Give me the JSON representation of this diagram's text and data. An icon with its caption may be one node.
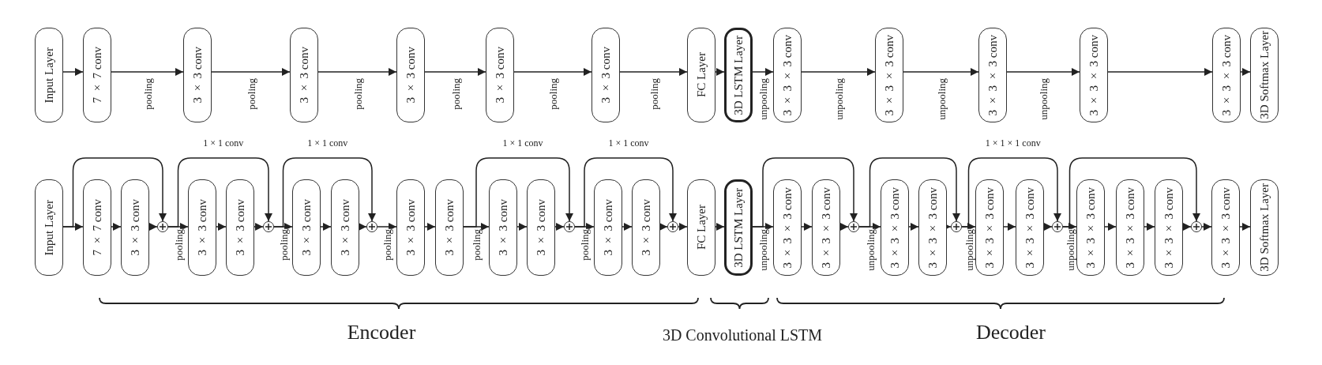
{
  "diagram": {
    "nodes": [
      {
        "text": [
          "Input Layer"
        ]
      },
      {
        "text": [
          "7 × 7 conv"
        ]
      },
      {
        "text": [
          "3 × 3 conv"
        ]
      },
      {
        "text": [
          "3 × 3 conv"
        ]
      },
      {
        "text": [
          "3 × 3 conv"
        ]
      },
      {
        "text": [
          "3 × 3 conv"
        ]
      },
      {
        "text": [
          "3 × 3 conv"
        ]
      },
      {
        "text": [
          "FC Layer"
        ]
      },
      {
        "text": [
          "3D LSTM Layer"
        ]
      },
      {
        "text": [
          "3 × 3 × 3 conv"
        ]
      },
      {
        "text": [
          "3 × 3 × 3 conv"
        ]
      },
      {
        "text": [
          "3 × 3 × 3 conv"
        ]
      },
      {
        "text": [
          "3 × 3 × 3 conv"
        ]
      },
      {
        "text": [
          "3 × 3 × 3 conv"
        ]
      },
      {
        "text": [
          "3D Softmax Layer"
        ]
      },
      {
        "text": [
          "Input Layer"
        ]
      },
      {
        "text": [
          "7 × 7 conv"
        ]
      },
      {
        "text": [
          "3 × 3 conv"
        ]
      },
      {
        "text": [],
        "shape": "circle"
      },
      {
        "text": [
          "3 × 3 conv"
        ]
      },
      {
        "text": [
          "3 × 3 conv"
        ]
      },
      {
        "text": [],
        "shape": "circle"
      },
      {
        "text": [
          "3 × 3 conv"
        ]
      },
      {
        "text": [
          "3 × 3 conv"
        ]
      },
      {
        "text": [],
        "shape": "circle"
      },
      {
        "text": [
          "3 × 3 conv"
        ]
      },
      {
        "text": [
          "3 × 3 conv"
        ]
      },
      {
        "text": [
          "3 × 3 conv"
        ]
      },
      {
        "text": [
          "3 × 3 conv"
        ]
      },
      {
        "text": [],
        "shape": "circle"
      },
      {
        "text": [
          "3 × 3 conv"
        ]
      },
      {
        "text": [
          "3 × 3 conv"
        ]
      },
      {
        "text": [],
        "shape": "circle"
      },
      {
        "text": [
          "FC Layer"
        ]
      },
      {
        "text": [
          "3D LSTM Layer"
        ]
      },
      {
        "text": [
          "3 × 3 × 3 conv"
        ]
      },
      {
        "text": [
          "3 × 3 × 3 conv"
        ]
      },
      {
        "text": [],
        "shape": "circle"
      },
      {
        "text": [
          "3 × 3 × 3 conv"
        ]
      },
      {
        "text": [
          "3 × 3 × 3 conv"
        ]
      },
      {
        "text": [],
        "shape": "circle"
      },
      {
        "text": [
          "3 × 3 × 3 conv"
        ]
      },
      {
        "text": [
          "3 × 3 × 3 conv"
        ]
      },
      {
        "text": [],
        "shape": "circle"
      },
      {
        "text": [
          "3 × 3 × 3 conv"
        ]
      },
      {
        "text": [
          "3 × 3 × 3 conv"
        ]
      },
      {
        "text": [
          "3 × 3 × 3 conv"
        ]
      },
      {
        "text": [],
        "shape": "circle"
      },
      {
        "text": [
          "3 × 3 × 3 conv"
        ]
      },
      {
        "text": [
          "3D Softmax Layer"
        ]
      }
    ],
    "edges": [
      {
        "from": 0,
        "to": 1,
        "arrow": "to"
      },
      {
        "from": 1,
        "to": 2,
        "arrow": "to",
        "label": "pooling"
      },
      {
        "from": 2,
        "to": 3,
        "arrow": "to",
        "label": "pooling"
      },
      {
        "from": 3,
        "to": 4,
        "arrow": "to",
        "label": "pooling"
      },
      {
        "from": 4,
        "to": 5,
        "arrow": "to",
        "label": "pooling"
      },
      {
        "from": 5,
        "to": 6,
        "arrow": "to",
        "label": "pooling"
      },
      {
        "from": 6,
        "to": 7,
        "arrow": "to",
        "label": "pooling"
      },
      {
        "from": 7,
        "to": 8,
        "arrow": "to"
      },
      {
        "from": 8,
        "to": 9,
        "arrow": "to",
        "label": "unpooling"
      },
      {
        "from": 9,
        "to": 10,
        "arrow": "to",
        "label": "unpooling"
      },
      {
        "from": 10,
        "to": 11,
        "arrow": "to",
        "label": "unpooling"
      },
      {
        "from": 11,
        "to": 12,
        "arrow": "to",
        "label": "unpooling"
      },
      {
        "from": 12,
        "to": 13,
        "arrow": "to"
      },
      {
        "from": 13,
        "to": 14,
        "arrow": "to"
      },
      {
        "from": 15,
        "to": 16,
        "arrow": "to"
      },
      {
        "from": 15,
        "to": 18,
        "arrow": "to"
      },
      {
        "from": 16,
        "to": 17,
        "arrow": "to"
      },
      {
        "from": 17,
        "to": 18,
        "arrow": "to"
      },
      {
        "from": 18,
        "to": 19,
        "arrow": "to",
        "label": "pooling"
      },
      {
        "from": 18,
        "to": 21,
        "arrow": "to",
        "label": "1 × 1 conv"
      },
      {
        "from": 19,
        "to": 20,
        "arrow": "to"
      },
      {
        "from": 20,
        "to": 21,
        "arrow": "to"
      },
      {
        "from": 21,
        "to": 22,
        "arrow": "to",
        "label": "pooling"
      },
      {
        "from": 21,
        "to": 24,
        "arrow": "to",
        "label": "1 × 1 conv"
      },
      {
        "from": 22,
        "to": 23,
        "arrow": "to"
      },
      {
        "from": 23,
        "to": 24,
        "arrow": "to"
      },
      {
        "from": 24,
        "to": 25,
        "arrow": "to",
        "label": "pooling"
      },
      {
        "from": 25,
        "to": 26,
        "arrow": "to"
      },
      {
        "from": 26,
        "to": 27,
        "arrow": "to",
        "label": "pooling"
      },
      {
        "from": 26,
        "to": 29,
        "arrow": "to",
        "label": "1 × 1 conv"
      },
      {
        "from": 27,
        "to": 28,
        "arrow": "to"
      },
      {
        "from": 28,
        "to": 29,
        "arrow": "to"
      },
      {
        "from": 29,
        "to": 30,
        "arrow": "to",
        "label": "pooling"
      },
      {
        "from": 29,
        "to": 32,
        "arrow": "to",
        "label": "1 × 1 conv"
      },
      {
        "from": 30,
        "to": 31,
        "arrow": "to"
      },
      {
        "from": 31,
        "to": 32,
        "arrow": "to"
      },
      {
        "from": 32,
        "to": 33,
        "arrow": "to"
      },
      {
        "from": 33,
        "to": 34,
        "arrow": "to"
      },
      {
        "from": 34,
        "to": 35,
        "arrow": "to",
        "label": "unpooling"
      },
      {
        "from": 34,
        "to": 37,
        "arrow": "to"
      },
      {
        "from": 35,
        "to": 36,
        "arrow": "to"
      },
      {
        "from": 36,
        "to": 37,
        "arrow": "to"
      },
      {
        "from": 37,
        "to": 38,
        "arrow": "to",
        "label": "unpooling"
      },
      {
        "from": 37,
        "to": 40,
        "arrow": "to"
      },
      {
        "from": 38,
        "to": 39,
        "arrow": "to"
      },
      {
        "from": 39,
        "to": 40,
        "arrow": "to"
      },
      {
        "from": 40,
        "to": 41,
        "arrow": "to",
        "label": "unpooling"
      },
      {
        "from": 40,
        "to": 43,
        "arrow": "to",
        "label": "1 × 1 × 1 conv"
      },
      {
        "from": 41,
        "to": 42,
        "arrow": "to"
      },
      {
        "from": 42,
        "to": 43,
        "arrow": "to"
      },
      {
        "from": 43,
        "to": 44,
        "arrow": "to",
        "label": "unpooling"
      },
      {
        "from": 43,
        "to": 47,
        "arrow": "to"
      },
      {
        "from": 44,
        "to": 45,
        "arrow": "to"
      },
      {
        "from": 45,
        "to": 46,
        "arrow": "to"
      },
      {
        "from": 46,
        "to": 47,
        "arrow": "to"
      },
      {
        "from": 47,
        "to": 48,
        "arrow": "to"
      },
      {
        "from": 48,
        "to": 49,
        "arrow": "to"
      }
    ],
    "labels": [
      "Encoder",
      "3D Convolutional LSTM",
      "Decoder"
    ]
  }
}
